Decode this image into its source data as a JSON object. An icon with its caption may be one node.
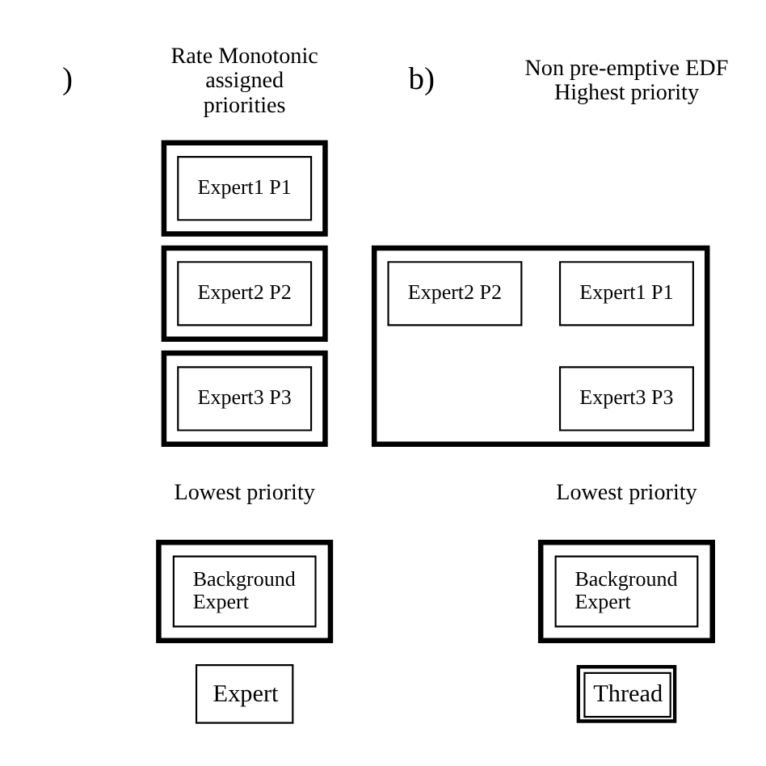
{
  "diagram": {
    "nodes": [
      {
        "text": [],
        "shape": "box"
      },
      {
        "text": [
          "Expert1 P1"
        ],
        "in": 0
      },
      {
        "text": [],
        "shape": "box"
      },
      {
        "text": [
          "Expert2 P2"
        ],
        "in": 2
      },
      {
        "text": [],
        "shape": "box"
      },
      {
        "text": [
          "Expert3 P3"
        ],
        "in": 4
      },
      {
        "text": [],
        "shape": "box"
      },
      {
        "text": [
          "Background Expert"
        ],
        "in": 6
      },
      {
        "text": [],
        "shape": "box"
      },
      {
        "text": [
          "Expert1 P1"
        ],
        "in": 8
      },
      {
        "text": [
          "Expert2 P2"
        ],
        "in": 8
      },
      {
        "text": [
          "Expert3 P3"
        ],
        "in": 8
      },
      {
        "text": [],
        "shape": "box"
      },
      {
        "text": [
          "Background Expert"
        ],
        "in": 12
      }
    ],
    "labels": [
      ")",
      "Rate Monotonic assigned priorities",
      "Lowest priority",
      "b)",
      "Non pre-emptive EDF Highest priority",
      "Lowest priority"
    ],
    "legend": [
      {
        "text": "Expert"
      },
      {
        "text": "Thread"
      }
    ]
  }
}
